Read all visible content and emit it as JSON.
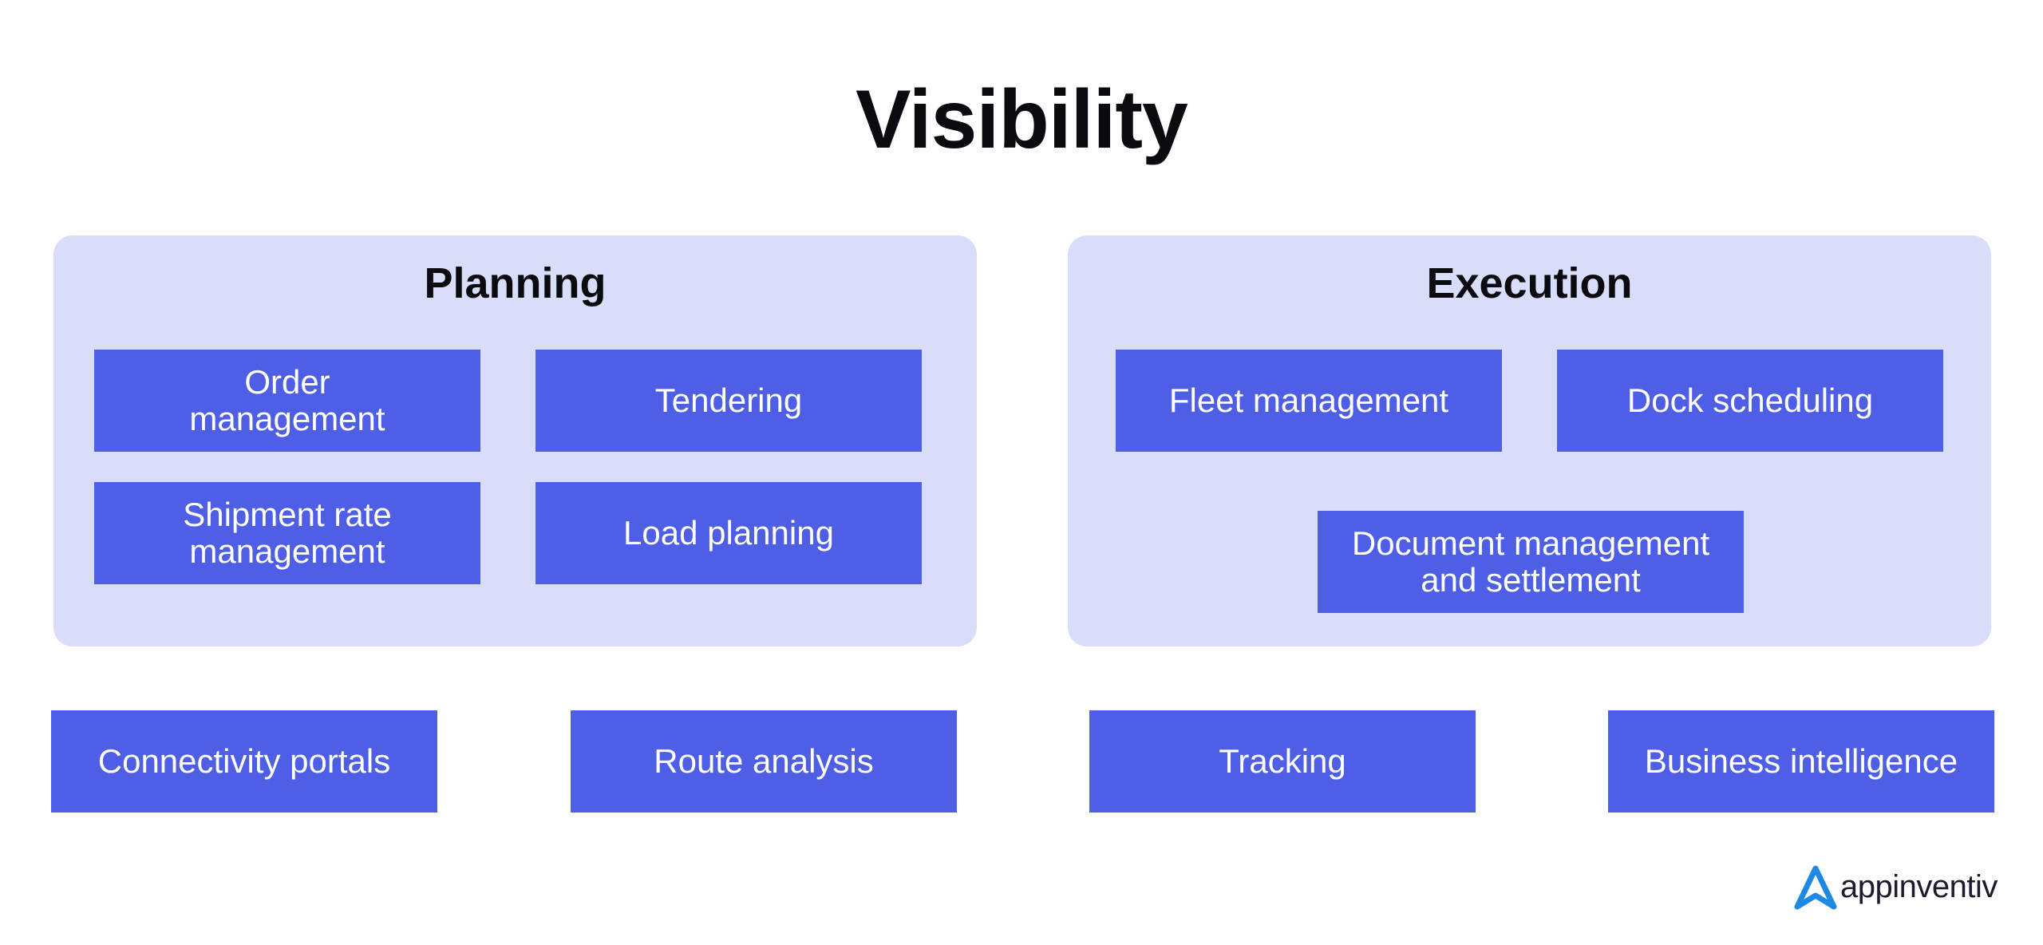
{
  "title": "Visibility",
  "planning": {
    "heading": "Planning",
    "items": [
      "Order management",
      "Tendering",
      "Shipment rate management",
      "Load planning"
    ]
  },
  "execution": {
    "heading": "Execution",
    "items": [
      "Fleet management",
      "Dock scheduling",
      "Document management and settlement"
    ]
  },
  "bottom_items": [
    "Connectivity portals",
    "Route analysis",
    "Tracking",
    "Business intelligence"
  ],
  "logo": {
    "text": "appinventiv",
    "icon": "appinventiv-logo-icon"
  },
  "colors": {
    "panel_background": "#d8ddfa",
    "box_background": "#4e5fe6",
    "box_text": "#ffffff",
    "logo_accent": "#1e88e5"
  }
}
